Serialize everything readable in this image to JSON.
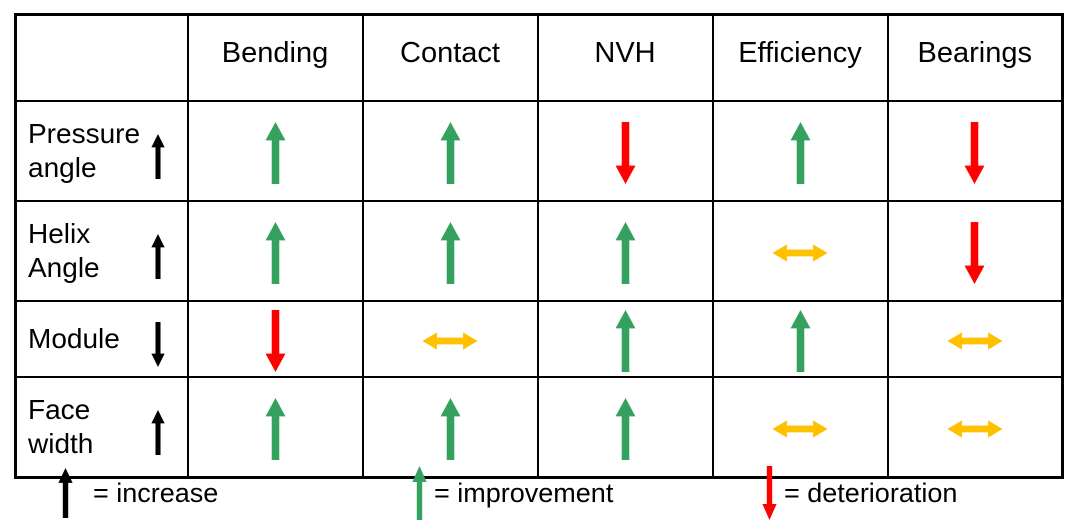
{
  "colors": {
    "improvement_green": "#35A15F",
    "deterioration_red": "#FF0000",
    "neutral_yellow": "#FFC000",
    "parameter_black": "#000000",
    "border_black": "#000000"
  },
  "table": {
    "header": [
      "",
      "Bending",
      "Contact",
      "NVH",
      "Efficiency",
      "Bearings"
    ],
    "rows": [
      {
        "label_lines": [
          "Pressure",
          "angle"
        ],
        "arrow": "up",
        "cells": [
          "improvement",
          "improvement",
          "deterioration",
          "improvement",
          "deterioration"
        ]
      },
      {
        "label_lines": [
          "Helix",
          "Angle"
        ],
        "arrow": "up",
        "cells": [
          "improvement",
          "improvement",
          "improvement",
          "neutral",
          "deterioration"
        ]
      },
      {
        "label_lines": [
          "Module"
        ],
        "arrow": "down",
        "cells": [
          "deterioration",
          "neutral",
          "improvement",
          "improvement",
          "neutral"
        ]
      },
      {
        "label_lines": [
          "Face",
          "width"
        ],
        "arrow": "up",
        "cells": [
          "improvement",
          "improvement",
          "improvement",
          "neutral",
          "neutral"
        ]
      }
    ]
  },
  "legend": [
    {
      "symbol": "black-up-arrow",
      "label": "= increase"
    },
    {
      "symbol": "green-up-arrow",
      "label": "= improvement"
    },
    {
      "symbol": "red-down-arrow",
      "label": "= deterioration"
    }
  ],
  "chart_data": {
    "type": "table",
    "columns": [
      "Bending",
      "Contact",
      "NVH",
      "Efficiency",
      "Bearings"
    ],
    "rows": [
      {
        "parameter": "Pressure angle",
        "parameter_change": "increase",
        "effects": [
          "improvement",
          "improvement",
          "deterioration",
          "improvement",
          "deterioration"
        ]
      },
      {
        "parameter": "Helix Angle",
        "parameter_change": "increase",
        "effects": [
          "improvement",
          "improvement",
          "improvement",
          "neutral",
          "deterioration"
        ]
      },
      {
        "parameter": "Module",
        "parameter_change": "decrease",
        "effects": [
          "deterioration",
          "neutral",
          "improvement",
          "improvement",
          "neutral"
        ]
      },
      {
        "parameter": "Face width",
        "parameter_change": "increase",
        "effects": [
          "improvement",
          "improvement",
          "improvement",
          "neutral",
          "neutral"
        ]
      }
    ],
    "legend": [
      {
        "symbol": "black-up-arrow",
        "meaning": "increase"
      },
      {
        "symbol": "green-up-arrow",
        "meaning": "improvement"
      },
      {
        "symbol": "red-down-arrow",
        "meaning": "deterioration"
      }
    ],
    "cell_symbols": {
      "improvement": "green-up-arrow",
      "deterioration": "red-down-arrow",
      "neutral": "yellow-double-headed-horizontal-arrow"
    }
  }
}
